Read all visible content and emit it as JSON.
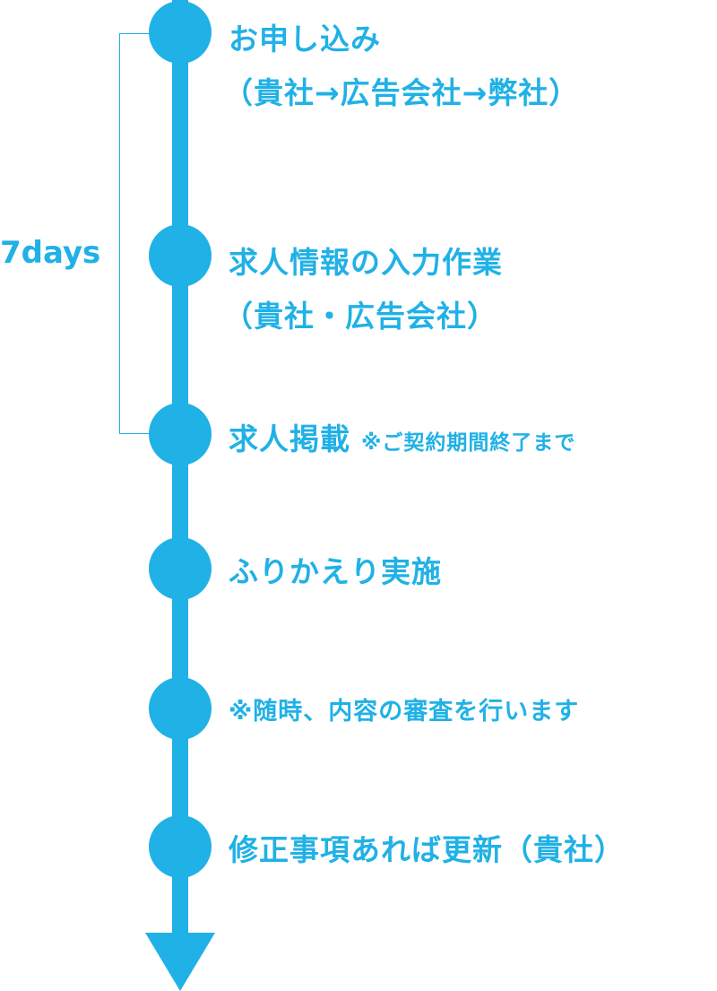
{
  "bracket_label": "7days",
  "steps": [
    {
      "title": "お申し込み",
      "sub": "（貴社→広告会社→弊社）"
    },
    {
      "title": "求人情報の入力作業",
      "sub": "（貴社・広告会社）"
    },
    {
      "title": "求人掲載",
      "note": "※ご契約期間終了まで"
    },
    {
      "title": "ふりかえり実施"
    },
    {
      "note": "※随時、内容の審査を行います"
    },
    {
      "title": "修正事項あれば更新（貴社）"
    }
  ],
  "colors": {
    "accent": "#20b1e6"
  }
}
